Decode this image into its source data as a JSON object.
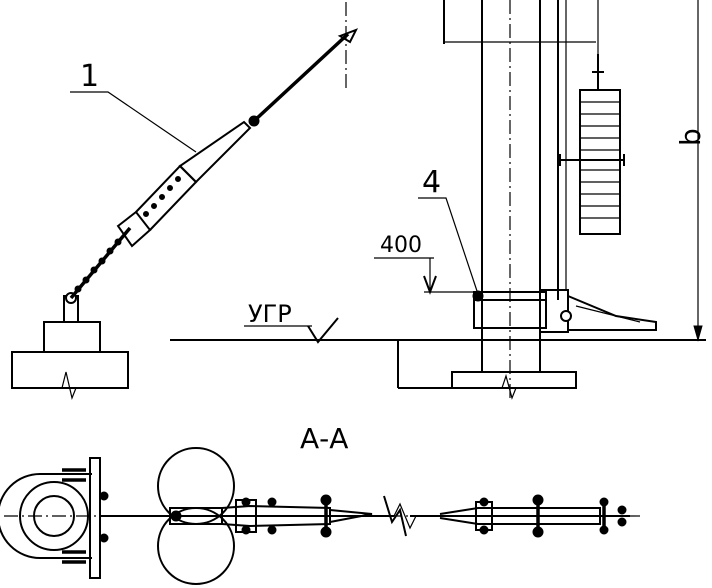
{
  "labels": {
    "callout_1": "1",
    "callout_4": "4",
    "dim_400": "400",
    "ground_level": "УГР",
    "dim_b": "b",
    "section_title": "А-А"
  },
  "colors": {
    "ink": "#000000",
    "paper": "#ffffff"
  }
}
